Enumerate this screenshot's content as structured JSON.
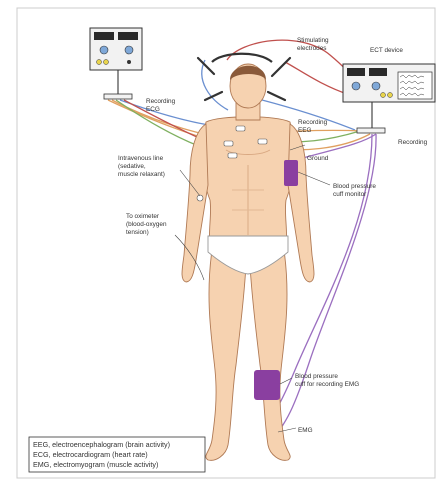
{
  "labels": {
    "ecg_monitor": "",
    "stimulating_electrodes": [
      "Stimulating",
      "electrodes"
    ],
    "ect_device": "ECT device",
    "recording_ecg": [
      "Recording",
      "ECG"
    ],
    "recording_eeg": [
      "Recording",
      "EEG"
    ],
    "recording": "Recording",
    "ground": "Ground",
    "iv_line": [
      "Intravenous line",
      "(sedative,",
      "muscle relaxant)"
    ],
    "bp_cuff_monitor": [
      "Blood pressure",
      "cuff monitor"
    ],
    "oximeter": [
      "To oximeter",
      "(blood-oxygen",
      "tension)"
    ],
    "bp_cuff_emg": [
      "Blood pressure",
      "cuff for recording EMG"
    ],
    "emg": "EMG"
  },
  "legend": [
    "EEG, electroencephalogram (brain activity)",
    "ECG, electrocardiogram (heart rate)",
    "EMG, electromyogram (muscle activity)"
  ],
  "colors": {
    "skin": "#f6d2b0",
    "skin_shadow": "#e9b48c",
    "skin_outline": "#b07a55",
    "hair": "#8a5a3a",
    "cuff": "#8a3fa0",
    "device_body": "#f2f2f2",
    "device_outline": "#333333",
    "display": "#2a2a2a",
    "wire_red": "#c0504d",
    "wire_blue": "#6a8fd0",
    "wire_orange": "#e0a060",
    "wire_green": "#7fb060",
    "wire_purple": "#9b6fc0",
    "knob_yellow": "#e8d44d",
    "knob_blue": "#7fa8d8"
  }
}
